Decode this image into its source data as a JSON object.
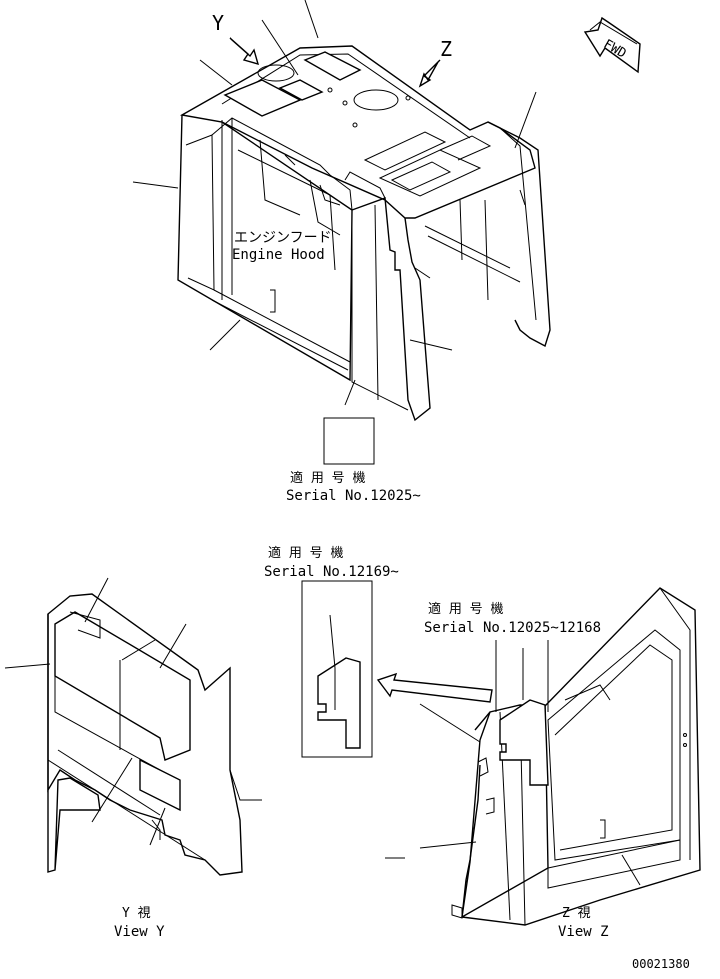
{
  "labels": {
    "view_y_letter": "Y",
    "view_z_letter": "Z",
    "fwd": "FWD",
    "part_name_jp": "エンジンフード",
    "part_name_en": "Engine Hood",
    "serial_1_jp": "適 用 号 機",
    "serial_1_en": "Serial No.12025~",
    "serial_2_jp": "適 用 号 機",
    "serial_2_en": "Serial No.12169~",
    "serial_3_jp": "適 用 号 機",
    "serial_3_en": "Serial No.12025~12168",
    "view_y_jp": "Y  視",
    "view_y_en": "View Y",
    "view_z_jp": "Z  視",
    "view_z_en": "View Z",
    "drawing_number": "00021380"
  }
}
